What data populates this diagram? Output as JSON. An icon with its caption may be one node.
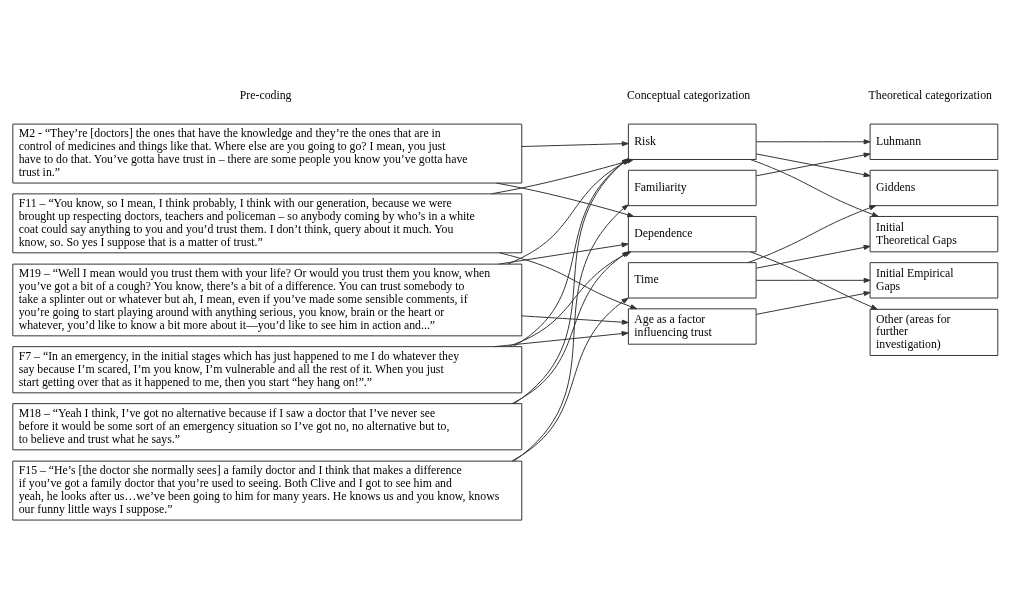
{
  "diagram": {
    "nodes": [
      {
        "text": [
          "M2 - “They’re [doctors] the ones that have the knowledge and they’re the ones that are in control of medicines and things like that. Where else are you going to go? I mean, you just have to do that. You’ve gotta have trust in – there are some people you know you’ve gotta have trust in.”"
        ]
      },
      {
        "text": [
          "F11 – “You know, so I mean, I think probably, I think with our generation, because we were brought up respecting doctors, teachers and policeman – so anybody coming by who’s in a white coat could say anything to you and you’d trust them. I don’t think, query about it much. You know, so. So yes I suppose that is a matter of trust.”"
        ]
      },
      {
        "text": [
          "M19 – “Well I mean would you trust them with your life? Or would you trust them you know, when you’ve got a bit of a cough? You know, there’s a bit of a difference. You can trust somebody to take a splinter out or whatever but ah, I mean, even if you’ve made some sensible comments, if you’re going to start playing around with anything serious, you know, brain or the heart or whatever, you’d like to know a bit more about it—you’d like to see him in action and...”"
        ]
      },
      {
        "text": [
          "F7 – “In an emergency, in the initial stages which has just happened to me I do whatever they say because I’m scared, I’m you know, I’m vulnerable and all the rest of it. When you just start getting over that as it happened to me, then you start “hey hang on!”.”"
        ]
      },
      {
        "text": [
          "M18 – “Yeah I think, I’ve got no alternative because if I saw a doctor that I’ve never see before it would be some sort of an emergency situation so I’ve got no, no alternative but to, to believe and trust what he says.”"
        ]
      },
      {
        "text": [
          "F15 – “He’s [the doctor she normally sees] a family doctor and I think that makes a difference if you’ve got a family doctor that you’re used to seeing. Both Clive and I got to see him and yeah, he looks after us…we’ve been going to him for many years. He knows us and you know, knows our funny little ways I suppose.”"
        ]
      },
      {
        "text": [
          "Risk"
        ]
      },
      {
        "text": [
          "Familiarity"
        ]
      },
      {
        "text": [
          "Dependence"
        ]
      },
      {
        "text": [
          "Time"
        ]
      },
      {
        "text": [
          "Age as a factor influencing trust"
        ]
      },
      {
        "text": [
          "Luhmann"
        ]
      },
      {
        "text": [
          "Giddens"
        ]
      },
      {
        "text": [
          "Initial Theoretical Gaps"
        ]
      },
      {
        "text": [
          "Initial Empirical Gaps"
        ]
      },
      {
        "text": [
          "Other (areas for further investigation)"
        ]
      }
    ],
    "edges": [
      {
        "from": 0,
        "to": 6,
        "arrow": "to"
      },
      {
        "from": 0,
        "to": 8,
        "arrow": "to"
      },
      {
        "from": 1,
        "to": 6,
        "arrow": "to"
      },
      {
        "from": 1,
        "to": 10,
        "arrow": "to"
      },
      {
        "from": 2,
        "to": 6,
        "arrow": "to"
      },
      {
        "from": 2,
        "to": 8,
        "arrow": "to"
      },
      {
        "from": 2,
        "to": 10,
        "arrow": "to"
      },
      {
        "from": 3,
        "to": 6,
        "arrow": "to"
      },
      {
        "from": 3,
        "to": 8,
        "arrow": "to"
      },
      {
        "from": 3,
        "to": 10,
        "arrow": "to"
      },
      {
        "from": 4,
        "to": 6,
        "arrow": "to"
      },
      {
        "from": 4,
        "to": 8,
        "arrow": "to"
      },
      {
        "from": 5,
        "to": 7,
        "arrow": "to"
      },
      {
        "from": 5,
        "to": 9,
        "arrow": "to"
      },
      {
        "from": 6,
        "to": 11,
        "arrow": "to"
      },
      {
        "from": 6,
        "to": 12,
        "arrow": "to"
      },
      {
        "from": 6,
        "to": 13,
        "arrow": "to"
      },
      {
        "from": 7,
        "to": 11,
        "arrow": "to"
      },
      {
        "from": 8,
        "to": 15,
        "arrow": "to"
      },
      {
        "from": 9,
        "to": 12,
        "arrow": "to"
      },
      {
        "from": 9,
        "to": 13,
        "arrow": "to"
      },
      {
        "from": 9,
        "to": 14,
        "arrow": "to"
      },
      {
        "from": 10,
        "to": 14,
        "arrow": "to"
      }
    ],
    "labels": [
      "Pre-coding",
      "Conceptual categorization",
      "Theoretical categorization"
    ]
  }
}
